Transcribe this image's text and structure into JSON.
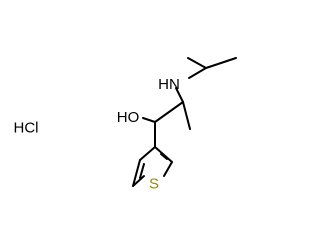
{
  "molecule": {
    "labels": {
      "amine": "HN",
      "hydroxyl": "HO",
      "sulfur": "S",
      "salt": "HCl"
    },
    "colors": {
      "bond": "#000000",
      "nitrogen": "#2b2bd4",
      "oxygen": "#e8231e",
      "sulfur": "#9a8a00",
      "chlorine": "#2e9f2e",
      "hetero_text": "#000000"
    }
  }
}
